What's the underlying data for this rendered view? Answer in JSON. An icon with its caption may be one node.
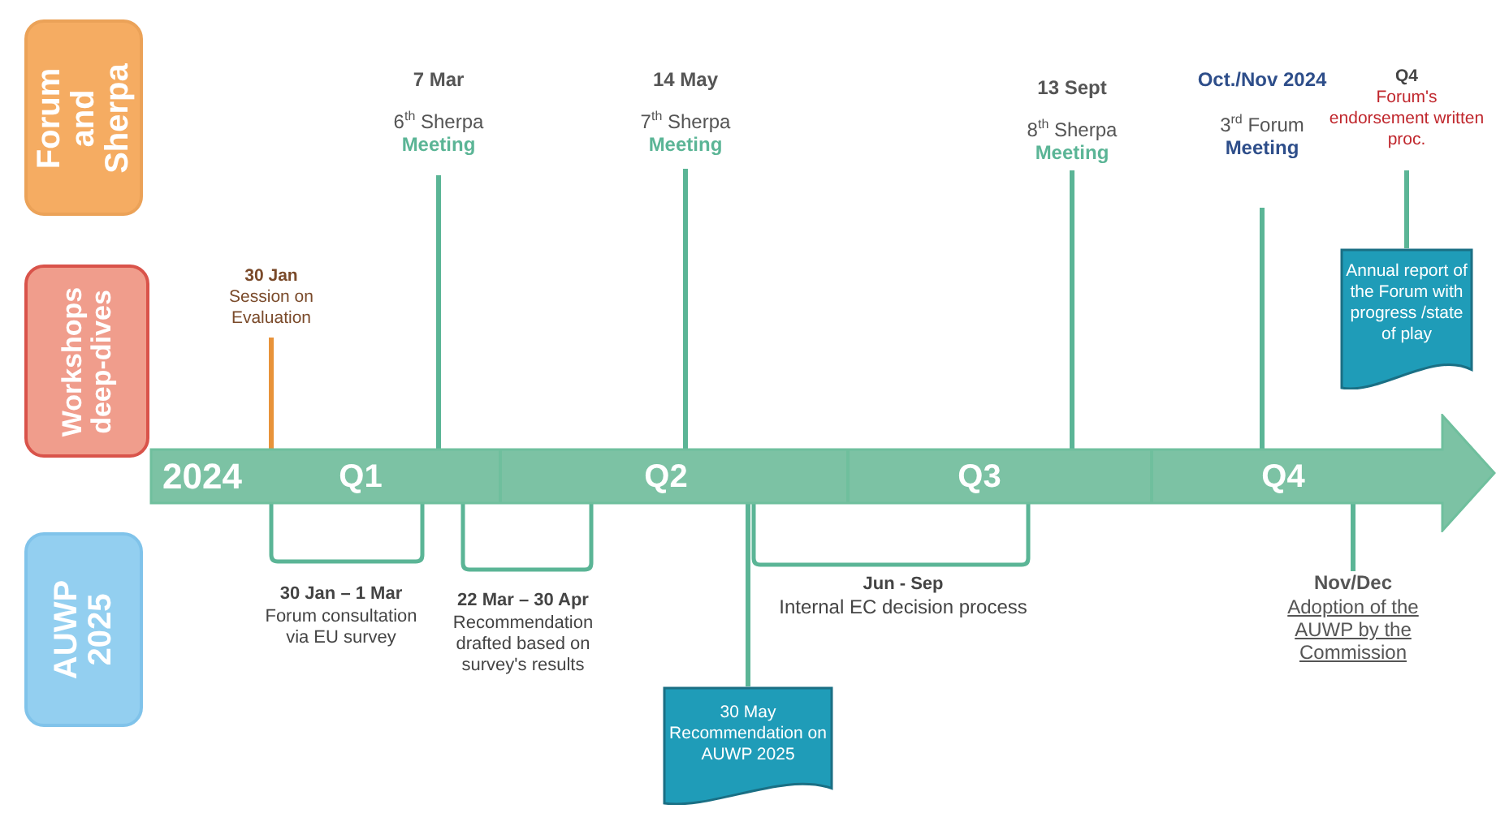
{
  "diagram": {
    "nodes": [
      {
        "text": [
          "Forum and Sherpa"
        ]
      },
      {
        "text": [
          "Workshops deep-dives"
        ]
      },
      {
        "text": [
          "AUWP 2025"
        ]
      },
      {
        "text": [
          "2024",
          "Q1",
          "Q2",
          "Q3",
          "Q4"
        ]
      },
      {
        "text": [
          "7 Mar",
          "6$^{th}$ Sherpa **Meeting**"
        ]
      },
      {
        "text": [
          "14 May",
          "7$^{th}$ Sherpa **Meeting**"
        ]
      },
      {
        "text": [
          "13 Sept",
          "8$^{th}$ Sherpa **Meeting**"
        ]
      },
      {
        "text": [
          "Oct./Nov 2024",
          "3$^{rd}$ Forum **Meeting**"
        ]
      },
      {
        "text": [
          "Q4",
          "Forum's endorsement written proc."
        ]
      },
      {
        "text": [
          "Annual report of the Forum with progress /state of play"
        ]
      },
      {
        "text": [
          "30 Jan",
          "Session on Evaluation"
        ]
      },
      {
        "text": [
          "30 May Recommendation on AUWP 2025"
        ]
      },
      {
        "text": [
          "Nov/Dec",
          "Adoption of the AUWP by the Commission"
        ]
      }
    ],
    "edges": [
      {
        "from": 10,
        "to": 3,
        "arrow": "none",
        "color": "#e8933a"
      },
      {
        "from": 4,
        "to": 3,
        "arrow": "none"
      },
      {
        "from": 5,
        "to": 3,
        "arrow": "none"
      },
      {
        "from": 6,
        "to": 3,
        "arrow": "none"
      },
      {
        "from": 7,
        "to": 3,
        "arrow": "none"
      },
      {
        "from": 8,
        "to": 9,
        "arrow": "none"
      },
      {
        "from": 3,
        "to": 11,
        "arrow": "none"
      },
      {
        "from": 12,
        "to": 3,
        "arrow": "none"
      }
    ],
    "labels": [
      "30 Jan – 1 Mar",
      "Forum consultation via EU survey",
      "22 Mar – 30 Apr",
      "Recommendation drafted based on survey's results",
      "Jun - Sep",
      "Internal EC decision process"
    ]
  }
}
